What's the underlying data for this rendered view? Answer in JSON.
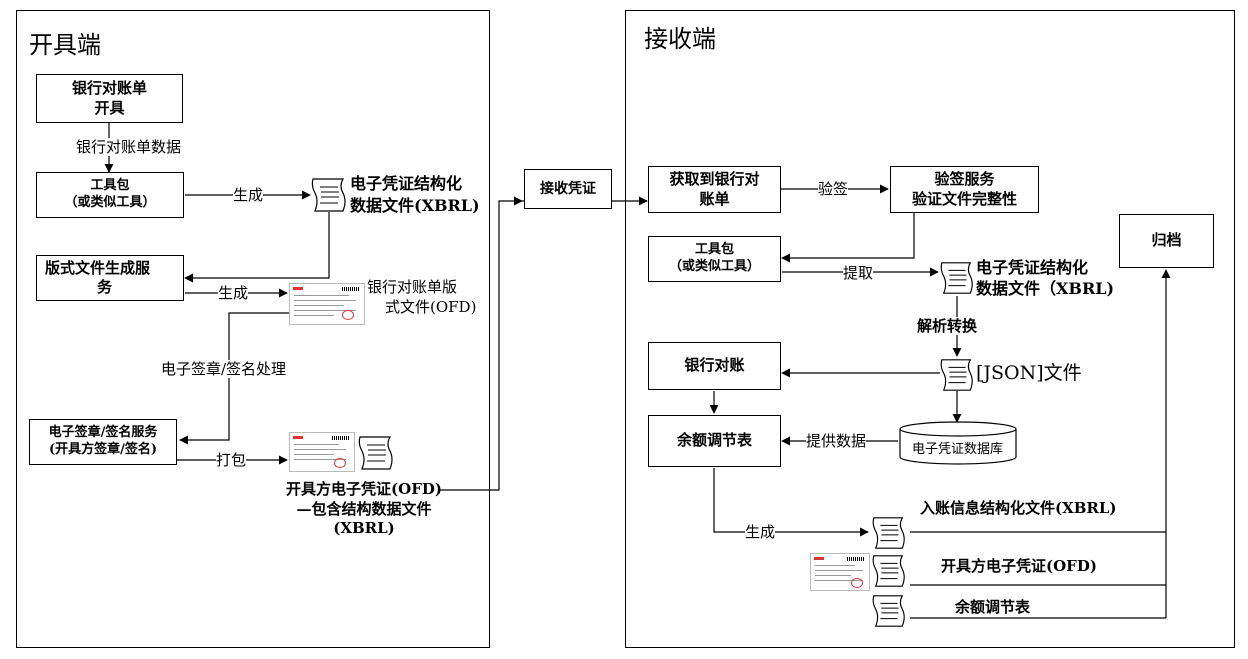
{
  "left_panel": {
    "title": "开具端"
  },
  "right_panel": {
    "title": "接收端"
  },
  "left": {
    "issue_box": [
      "银行对账单",
      "开具"
    ],
    "stmt_data": "银行对账单数据",
    "toolkit_box": [
      "工具包",
      "（或类似工具）"
    ],
    "gen1": "生成",
    "xbrl_label": [
      "电子凭证结构化",
      "数据文件(XBRL)"
    ],
    "layout_box": [
      "版式文件生成服",
      "务"
    ],
    "gen2": "生成",
    "ofd_label": [
      "银行对账单版",
      "式文件(OFD)"
    ],
    "sign_process": "电子签章/签名处理",
    "sign_box": [
      "电子签章/签名服务",
      "(开具方签章/签名)"
    ],
    "pack": "打包",
    "package_label": [
      "开具方电子凭证(OFD)",
      "—包含结构数据文件",
      "(XBRL)"
    ]
  },
  "receive_box": "接收凭证",
  "right": {
    "get_box": [
      "获取到银行对",
      "账单"
    ],
    "verify": "验签",
    "verify_box": [
      "验签服务",
      "验证文件完整性"
    ],
    "archive_box": "归档",
    "toolkit_box": [
      "工具包",
      "（或类似工具）"
    ],
    "extract": "提取",
    "xbrl_label": [
      "电子凭证结构化",
      "数据文件（XBRL)"
    ],
    "parse": "解析转换",
    "recon_box": "银行对账",
    "json_label": "[JSON]文件",
    "balance_box": "余额调节表",
    "provide": "提供数据",
    "db_label": "电子凭证数据库",
    "gen3": "生成",
    "entry_label": "入账信息结构化文件(XBRL)",
    "ofd_label": "开具方电子凭证(OFD)",
    "balance_label": "余额调节表"
  }
}
